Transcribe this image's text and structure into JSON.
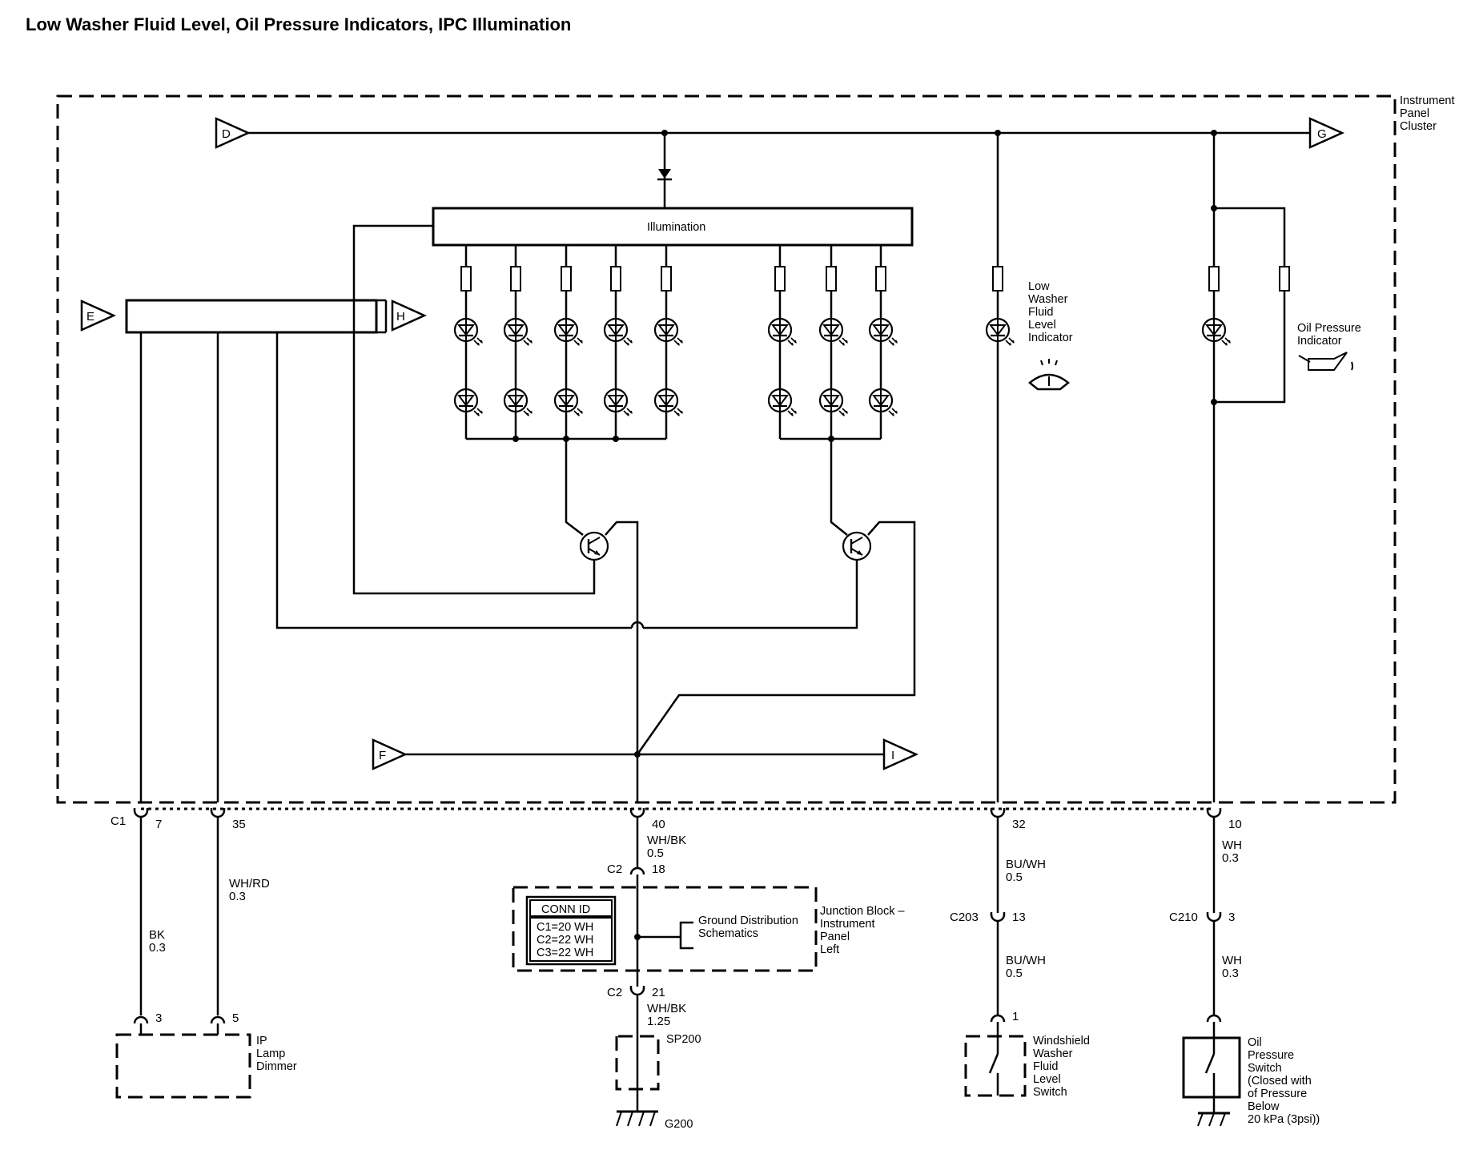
{
  "title": "Low Washer Fluid Level, Oil Pressure Indicators, IPC Illumination",
  "modules": {
    "ipc": [
      "Instrument",
      "Panel",
      "Cluster"
    ],
    "illumination": "Illumination",
    "junction_block": [
      "Junction Block –",
      "Instrument",
      "Panel",
      "Left"
    ],
    "ground_distribution": [
      "Ground Distribution",
      "Schematics"
    ],
    "ip_lamp_dimmer": [
      "IP",
      "Lamp",
      "Dimmer"
    ],
    "washer_switch": [
      "Windshield",
      "Washer",
      "Fluid",
      "Level",
      "Switch"
    ],
    "oil_switch": [
      "Oil",
      "Pressure",
      "Switch",
      "(Closed with",
      "of Pressure",
      "Below",
      "20 kPa (3psi))"
    ]
  },
  "indicators": {
    "low_washer": [
      "Low",
      "Washer",
      "Fluid",
      "Level",
      "Indicator"
    ],
    "oil_pressure": [
      "Oil Pressure",
      "Indicator"
    ]
  },
  "offpage": {
    "d": "D",
    "g": "G",
    "e": "E",
    "h": "H",
    "f": "F",
    "i": "I"
  },
  "conn_id": {
    "header": "CONN ID",
    "rows": [
      "C1=20 WH",
      "C2=22 WH",
      "C3=22 WH"
    ]
  },
  "connectors": {
    "c1": "C1",
    "c2_top": "C2",
    "c2_bottom": "C2",
    "c203": "C203",
    "c210": "C210"
  },
  "pins": {
    "p7": "7",
    "p35": "35",
    "p40": "40",
    "p32": "32",
    "p10": "10",
    "p18": "18",
    "p21": "21",
    "p13": "13",
    "p3_c210": "3",
    "p3_dimmer": "3",
    "p5_dimmer": "5",
    "p1_washer": "1"
  },
  "wires": {
    "w_bk": {
      "color": "BK",
      "gauge": "0.3"
    },
    "w_whrd": {
      "color": "WH/RD",
      "gauge": "0.3"
    },
    "w_whbk_a": {
      "color": "WH/BK",
      "gauge": "0.5"
    },
    "w_whbk_b": {
      "color": "WH/BK",
      "gauge": "1.25"
    },
    "w_buwh_a": {
      "color": "BU/WH",
      "gauge": "0.5"
    },
    "w_buwh_b": {
      "color": "BU/WH",
      "gauge": "0.5"
    },
    "w_wh_a": {
      "color": "WH",
      "gauge": "0.3"
    },
    "w_wh_b": {
      "color": "WH",
      "gauge": "0.3"
    }
  },
  "splice": "SP200",
  "ground": "G200"
}
